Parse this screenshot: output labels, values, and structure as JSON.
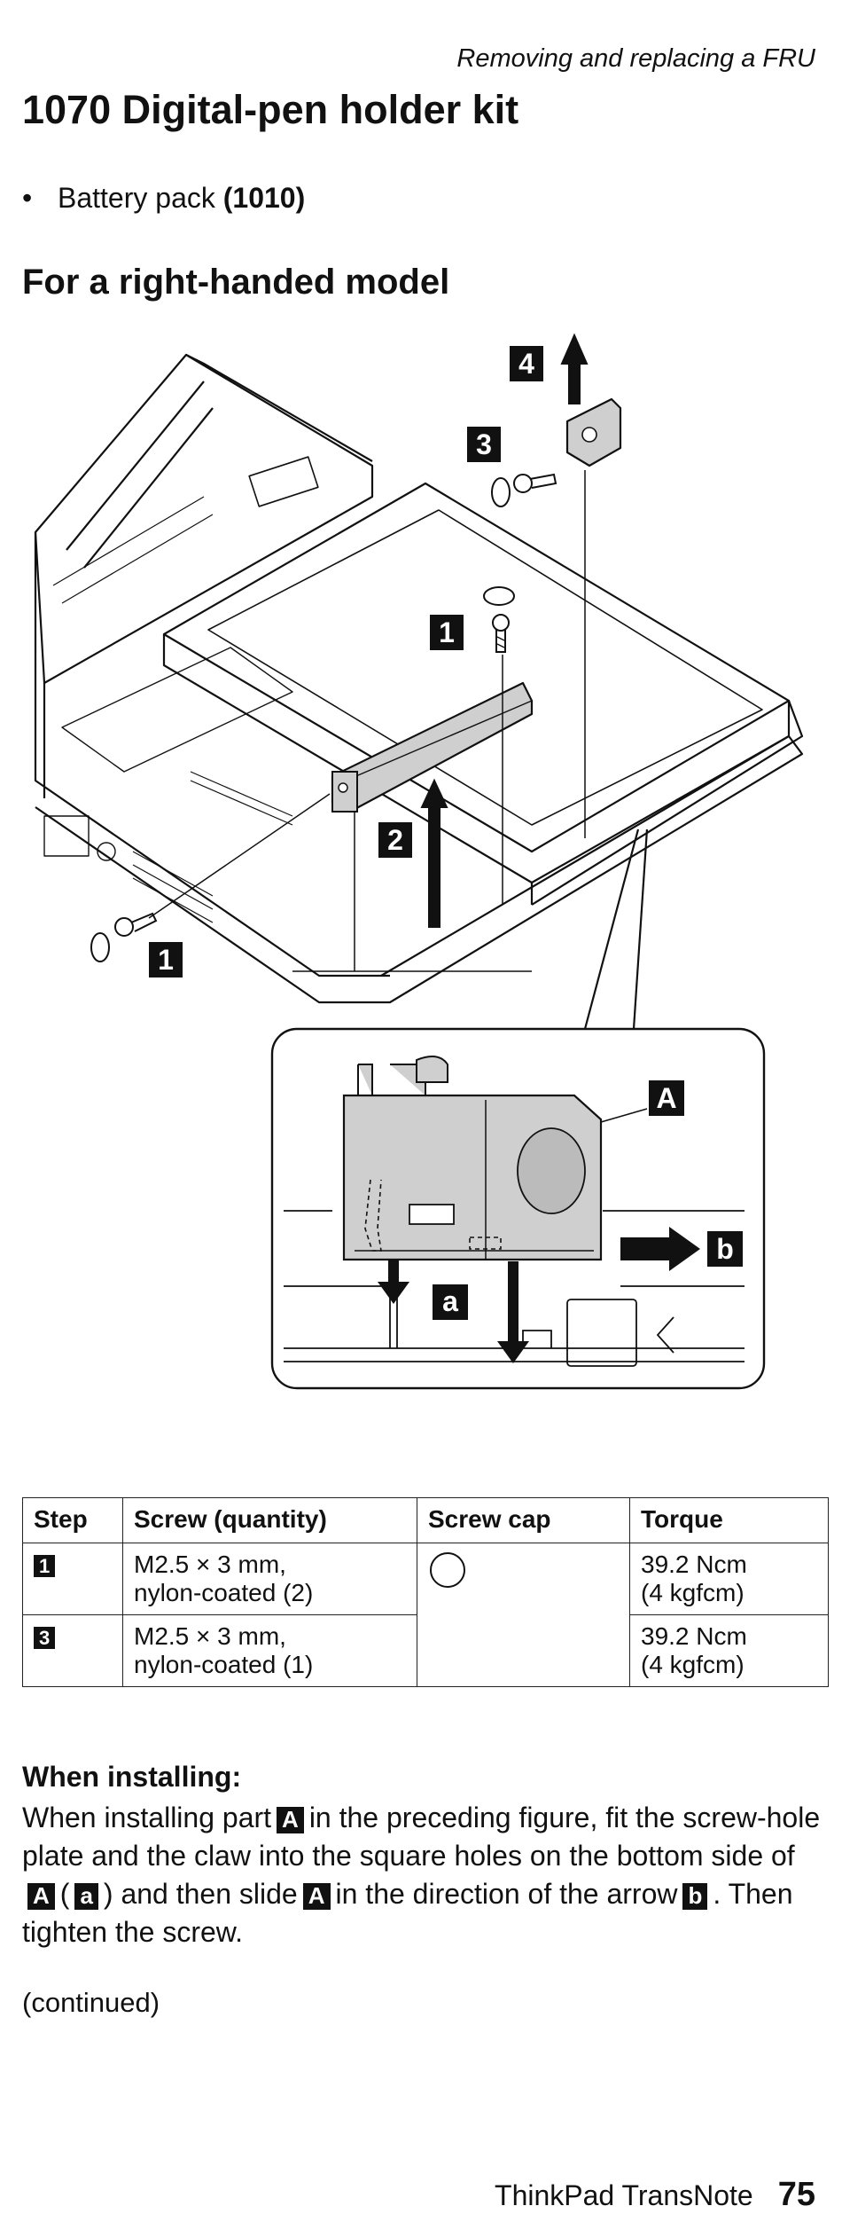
{
  "header": {
    "section": "Removing and replacing a FRU"
  },
  "title": "1070 Digital-pen holder kit",
  "prereq": {
    "bullet": "•",
    "text": "Battery pack",
    "ref": "(1010)"
  },
  "subtitle": "For a right-handed model",
  "figure": {
    "callouts": {
      "step1_top": "1",
      "step1_bottom": "1",
      "step2": "2",
      "step3": "3",
      "step4": "4",
      "part_a": "A",
      "detail_a": "a",
      "detail_b": "b"
    }
  },
  "table": {
    "headers": [
      "Step",
      "Screw (quantity)",
      "Screw cap",
      "Torque"
    ],
    "rows": [
      {
        "step": "1",
        "screw_line1": "M2.5 × 3 mm,",
        "screw_line2": "nylon-coated (2)",
        "torque_line1": "39.2 Ncm",
        "torque_line2": "(4 kgfcm)"
      },
      {
        "step": "3",
        "screw_line1": "M2.5 × 3 mm,",
        "screw_line2": "nylon-coated (1)",
        "torque_line1": "39.2 Ncm",
        "torque_line2": "(4 kgfcm)"
      }
    ]
  },
  "installing": {
    "heading": "When installing:",
    "p1": "When installing part",
    "c1": "A",
    "p2": "in the preceding figure, fit the screw-hole plate and the claw into the square holes on the bottom side of",
    "c2": "A",
    "p3": "(",
    "c3": "a",
    "p4": ") and then slide",
    "c4": "A",
    "p5": "in the direction of the arrow",
    "c5": "b",
    "p6": ". Then tighten the screw."
  },
  "continued": "(continued)",
  "footer": {
    "product": "ThinkPad TransNote",
    "page": "75"
  }
}
